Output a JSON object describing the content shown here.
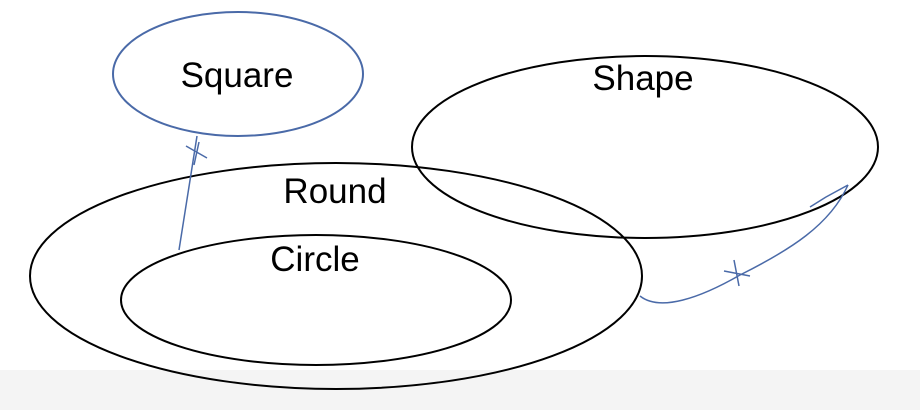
{
  "diagram": {
    "labels": {
      "square": "Square",
      "shape": "Shape",
      "round": "Round",
      "circle": "Circle"
    },
    "colors": {
      "outline": "#000000",
      "link": "#4a6aa8",
      "background": "#ffffff"
    }
  }
}
